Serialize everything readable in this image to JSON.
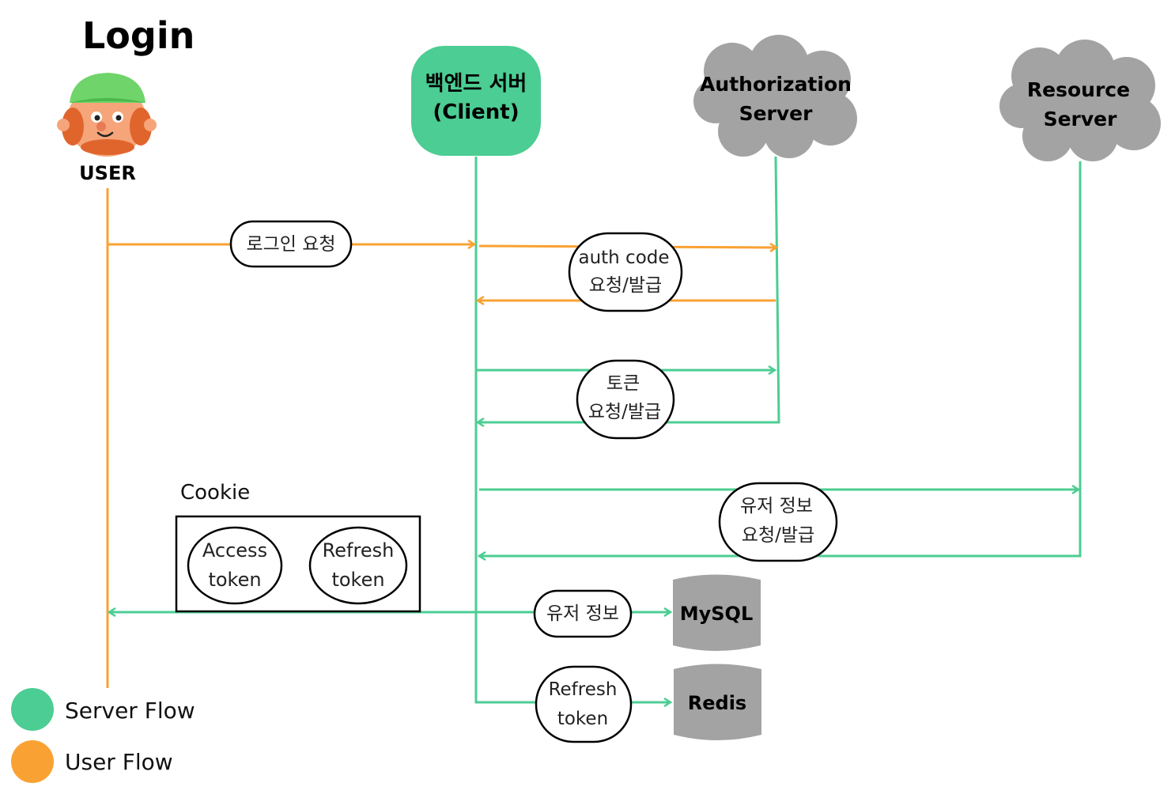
{
  "title": "Login",
  "colors": {
    "server_flow": "#4CCD93",
    "user_flow": "#F9A233",
    "cloud": "#A3A3A3",
    "db": "#A3A3A3"
  },
  "actors": {
    "user": {
      "label": "USER",
      "icon": "user-avatar-icon"
    },
    "client": {
      "line1": "백엔드 서버",
      "line2": "(Client)"
    },
    "auth_server": {
      "line1": "Authorization",
      "line2": "Server"
    },
    "resource_server": {
      "line1": "Resource",
      "line2": "Server"
    }
  },
  "messages": {
    "login_request": "로그인 요청",
    "auth_code": {
      "line1": "auth code",
      "line2": "요청/발급"
    },
    "token": {
      "line1": "토큰",
      "line2": "요청/발급"
    },
    "user_info": {
      "line1": "유저 정보",
      "line2": "요청/발급"
    },
    "user_info_store": "유저 정보",
    "refresh_store": {
      "line1": "Refresh",
      "line2": "token"
    }
  },
  "cookie": {
    "label": "Cookie",
    "access": {
      "line1": "Access",
      "line2": "token"
    },
    "refresh": {
      "line1": "Refresh",
      "line2": "token"
    }
  },
  "stores": {
    "mysql": "MySQL",
    "redis": "Redis"
  },
  "legend": [
    {
      "label": "Server Flow",
      "color": "#4CCD93"
    },
    {
      "label": "User Flow",
      "color": "#F9A233"
    }
  ]
}
